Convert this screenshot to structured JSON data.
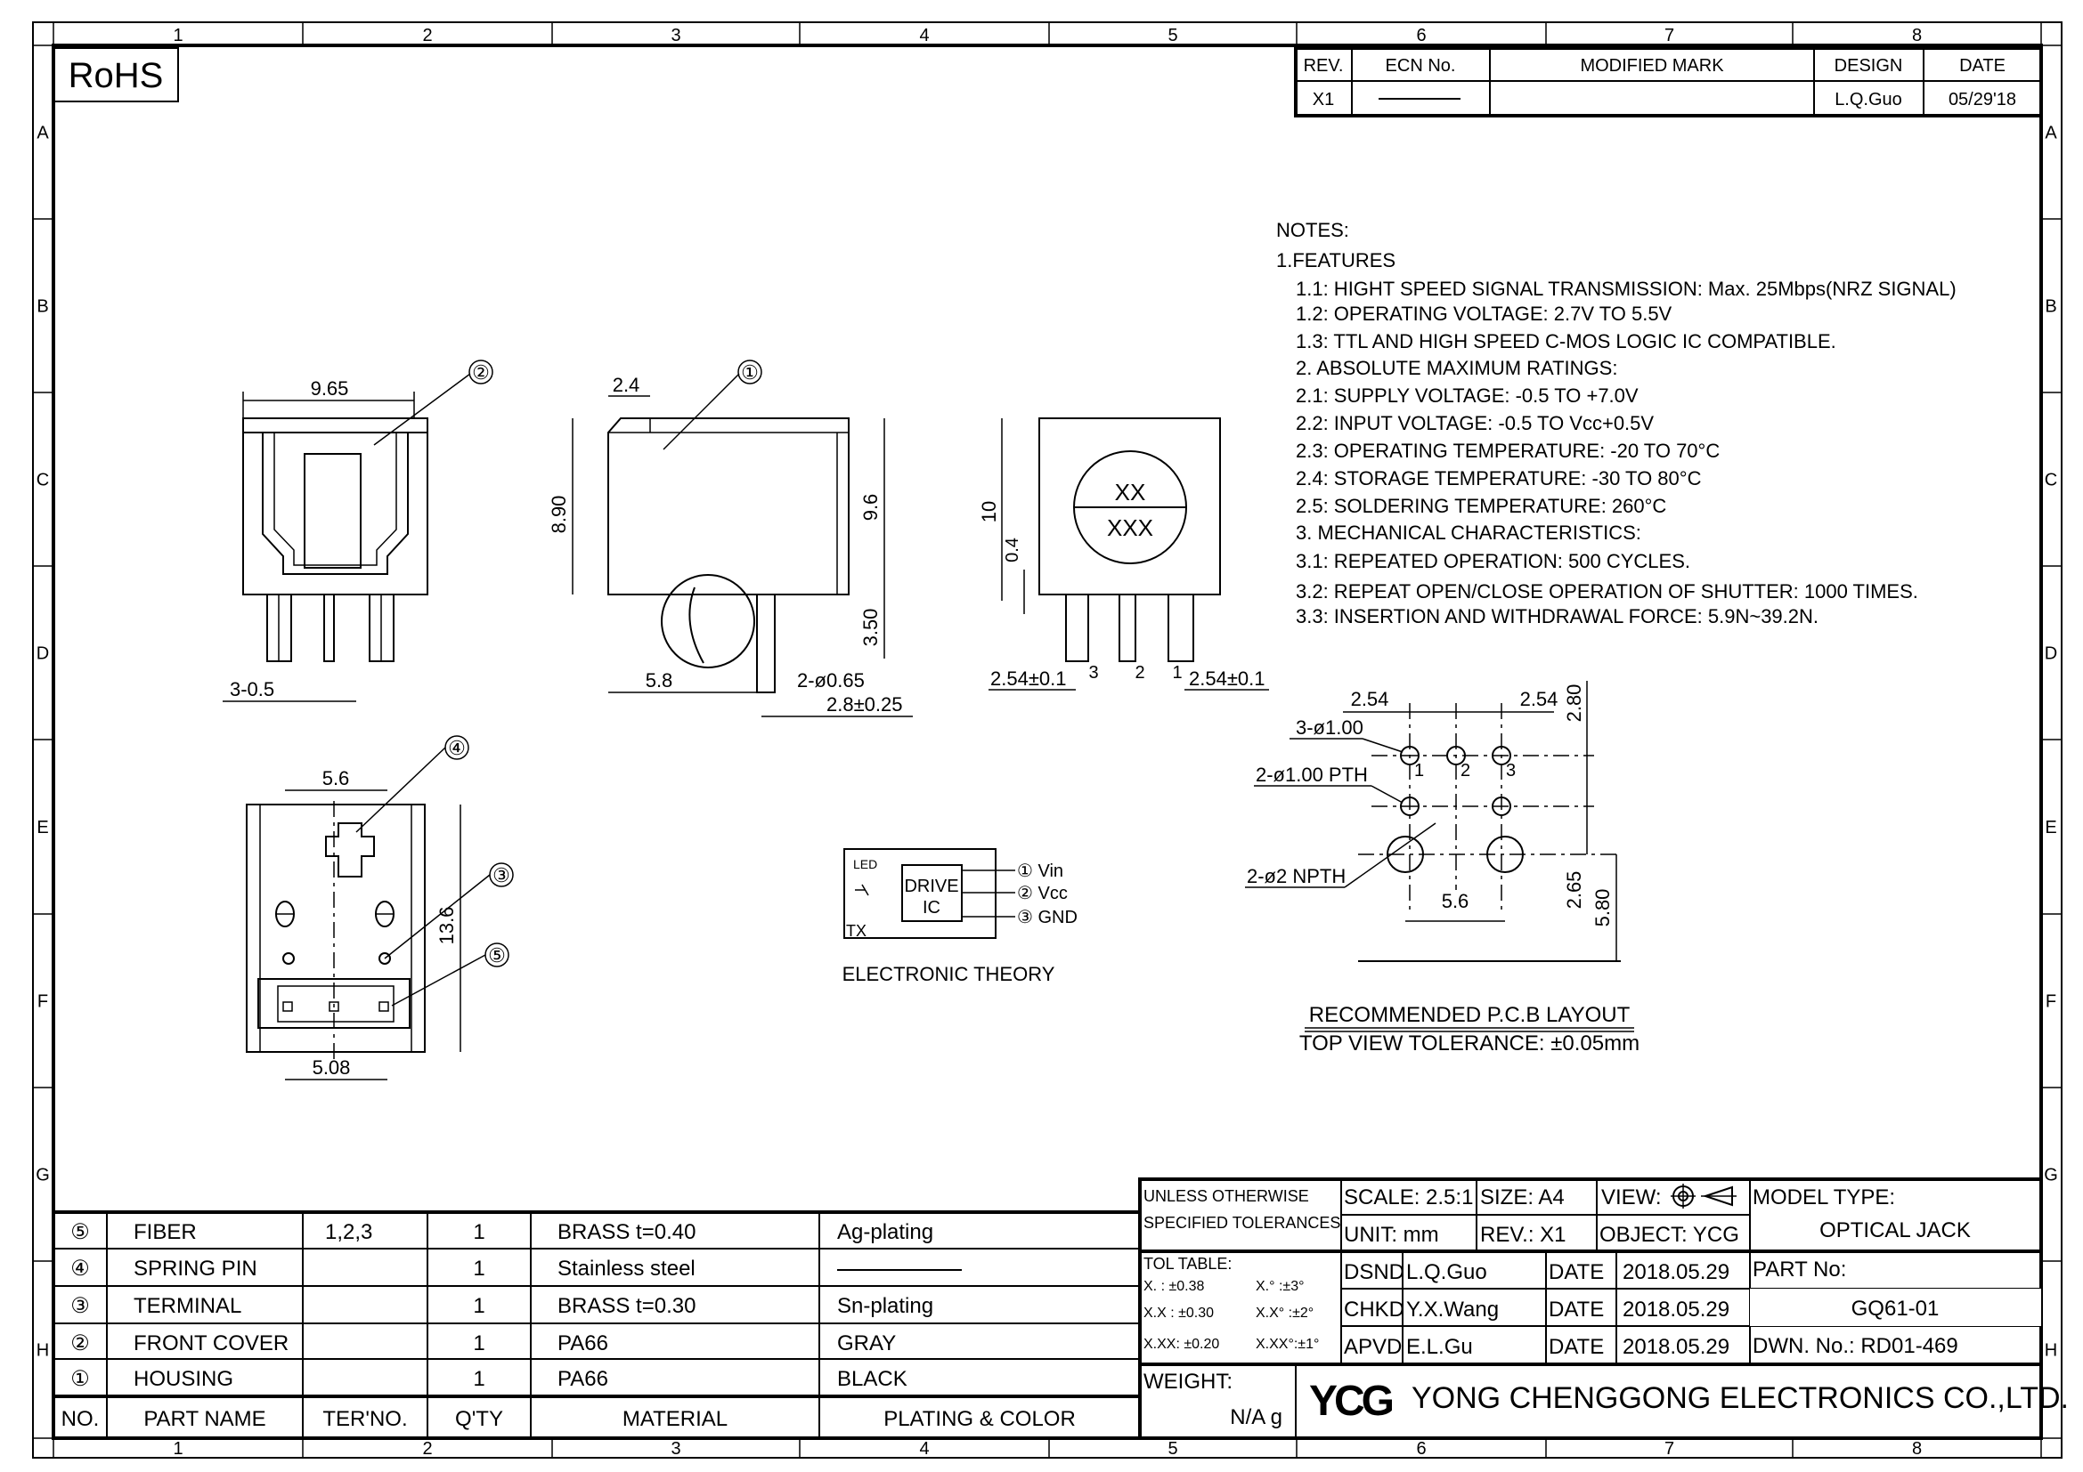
{
  "zones": {
    "columns": [
      "1",
      "2",
      "3",
      "4",
      "5",
      "6",
      "7",
      "8"
    ],
    "rows": [
      "A",
      "B",
      "C",
      "D",
      "E",
      "F",
      "G",
      "H"
    ]
  },
  "rohs": "RoHS",
  "revision_table": {
    "headers": [
      "REV.",
      "ECN No.",
      "MODIFIED MARK",
      "DESIGN",
      "DATE"
    ],
    "rev": "X1",
    "modified_mark": "",
    "design": "L.Q.Guo",
    "date": "05/29'18"
  },
  "notes": {
    "title": "NOTES:",
    "section": "1.FEATURES",
    "lines": [
      "1.1:  HIGHT SPEED SIGNAL TRANSMISSION: Max. 25Mbps(NRZ SIGNAL)",
      "1.2:  OPERATING VOLTAGE: 2.7V TO 5.5V",
      "1.3:  TTL AND HIGH SPEED C-MOS LOGIC IC COMPATIBLE.",
      "2. ABSOLUTE MAXIMUM RATINGS:",
      "2.1:  SUPPLY VOLTAGE: -0.5 TO +7.0V",
      "2.2:  INPUT VOLTAGE: -0.5 TO Vcc+0.5V",
      "2.3:  OPERATING TEMPERATURE: -20 TO 70°C",
      "2.4:  STORAGE TEMPERATURE: -30 TO 80°C",
      "2.5:  SOLDERING TEMPERATURE: 260°C",
      "3. MECHANICAL CHARACTERISTICS:",
      "3.1:  REPEATED OPERATION:  500 CYCLES.",
      "3.2:  REPEAT OPEN/CLOSE OPERATION OF SHUTTER: 1000 TIMES.",
      "3.3:  INSERTION AND WITHDRAWAL FORCE: 5.9N~39.2N."
    ]
  },
  "front_view": {
    "width": "9.65",
    "pin": "3-0.5",
    "balloon": "②"
  },
  "side_view": {
    "step": "2.4",
    "height": "8.90",
    "total": "9.6",
    "pin_len": "3.50",
    "offset": "5.8",
    "pin_dia": "2-ø0.65",
    "pitch": "2.8±0.25",
    "balloon": "①"
  },
  "right_view": {
    "height": "10",
    "standoff": "0.4",
    "pitch_left": "2.54±0.1",
    "pitch_right": "2.54±0.1",
    "pin3": "3",
    "pin2": "2",
    "pin1": "1",
    "mark_top": "XX",
    "mark_bottom": "XXX"
  },
  "bottom_view": {
    "width": "5.6",
    "length": "13.6",
    "connector": "5.08",
    "balloon_spring": "④",
    "balloon_terminal": "③",
    "balloon_fiber": "⑤"
  },
  "electronic_theory": {
    "led": "LED",
    "drive": "DRIVE",
    "ic": "IC",
    "tx": "TX",
    "pins": [
      "① Vin",
      "② Vcc",
      "③ GND"
    ],
    "caption": "ELECTRONIC THEORY"
  },
  "pcb_layout": {
    "pitch_left": "2.54",
    "pitch_right": "2.54",
    "row_gap": "2.80",
    "signal_holes": "3-ø1.00",
    "pth_holes": "2-ø1.00 PTH",
    "npth_holes": "2-ø2 NPTH",
    "hole_labels": [
      "1",
      "2",
      "3"
    ],
    "npth_span": "5.6",
    "npth_offset": "2.65",
    "total_depth": "5.80",
    "title": "RECOMMENDED P.C.B LAYOUT",
    "subtitle": "TOP VIEW TOLERANCE: ±0.05mm"
  },
  "bom": {
    "headers": [
      "NO.",
      "PART NAME",
      "TER'NO.",
      "Q'TY",
      "MATERIAL",
      "PLATING & COLOR"
    ],
    "rows": [
      [
        "⑤",
        "FIBER",
        "1,2,3",
        "1",
        "BRASS   t=0.40",
        "Ag-plating"
      ],
      [
        "④",
        "SPRING PIN",
        "",
        "1",
        "Stainless steel",
        ""
      ],
      [
        "③",
        "TERMINAL",
        "",
        "1",
        "BRASS   t=0.30",
        "Sn-plating"
      ],
      [
        "②",
        "FRONT COVER",
        "",
        "1",
        "PA66",
        "GRAY"
      ],
      [
        "①",
        "HOUSING",
        "",
        "1",
        "PA66",
        "BLACK"
      ]
    ]
  },
  "title_block": {
    "tolerance_note_1": "UNLESS OTHERWISE",
    "tolerance_note_2": "SPECIFIED TOLERANCES",
    "scale": "SCALE: 2.5:1",
    "size": "SIZE:  A4",
    "view": "VIEW:",
    "unit": "UNIT:  mm",
    "rev": "REV.:  X1",
    "object": "OBJECT:  YCG",
    "model_type_label": "MODEL TYPE:",
    "model_type": "OPTICAL JACK",
    "tol_table_title": "TOL TABLE:",
    "tol_rows": [
      [
        "X.  :  ±0.38",
        "X.°  :±3°"
      ],
      [
        "X.X  :  ±0.30",
        "X.X°  :±2°"
      ],
      [
        "X.XX:  ±0.20",
        "X.XX°:±1°"
      ]
    ],
    "approvals": [
      {
        "role": "DSND",
        "name": "L.Q.Guo",
        "date_label": "DATE",
        "date": "2018.05.29"
      },
      {
        "role": "CHKD",
        "name": "Y.X.Wang",
        "date_label": "DATE",
        "date": "2018.05.29"
      },
      {
        "role": "APVD",
        "name": "E.L.Gu",
        "date_label": "DATE",
        "date": "2018.05.29"
      }
    ],
    "part_no_label": "PART No:",
    "part_no": "GQ61-01",
    "dwn_no": "DWN. No.: RD01-469",
    "weight_label": "WEIGHT:",
    "weight": "N/A   g",
    "logo": "YCG",
    "company": "YONG  CHENGGONG  ELECTRONICS  CO.,LTD."
  }
}
